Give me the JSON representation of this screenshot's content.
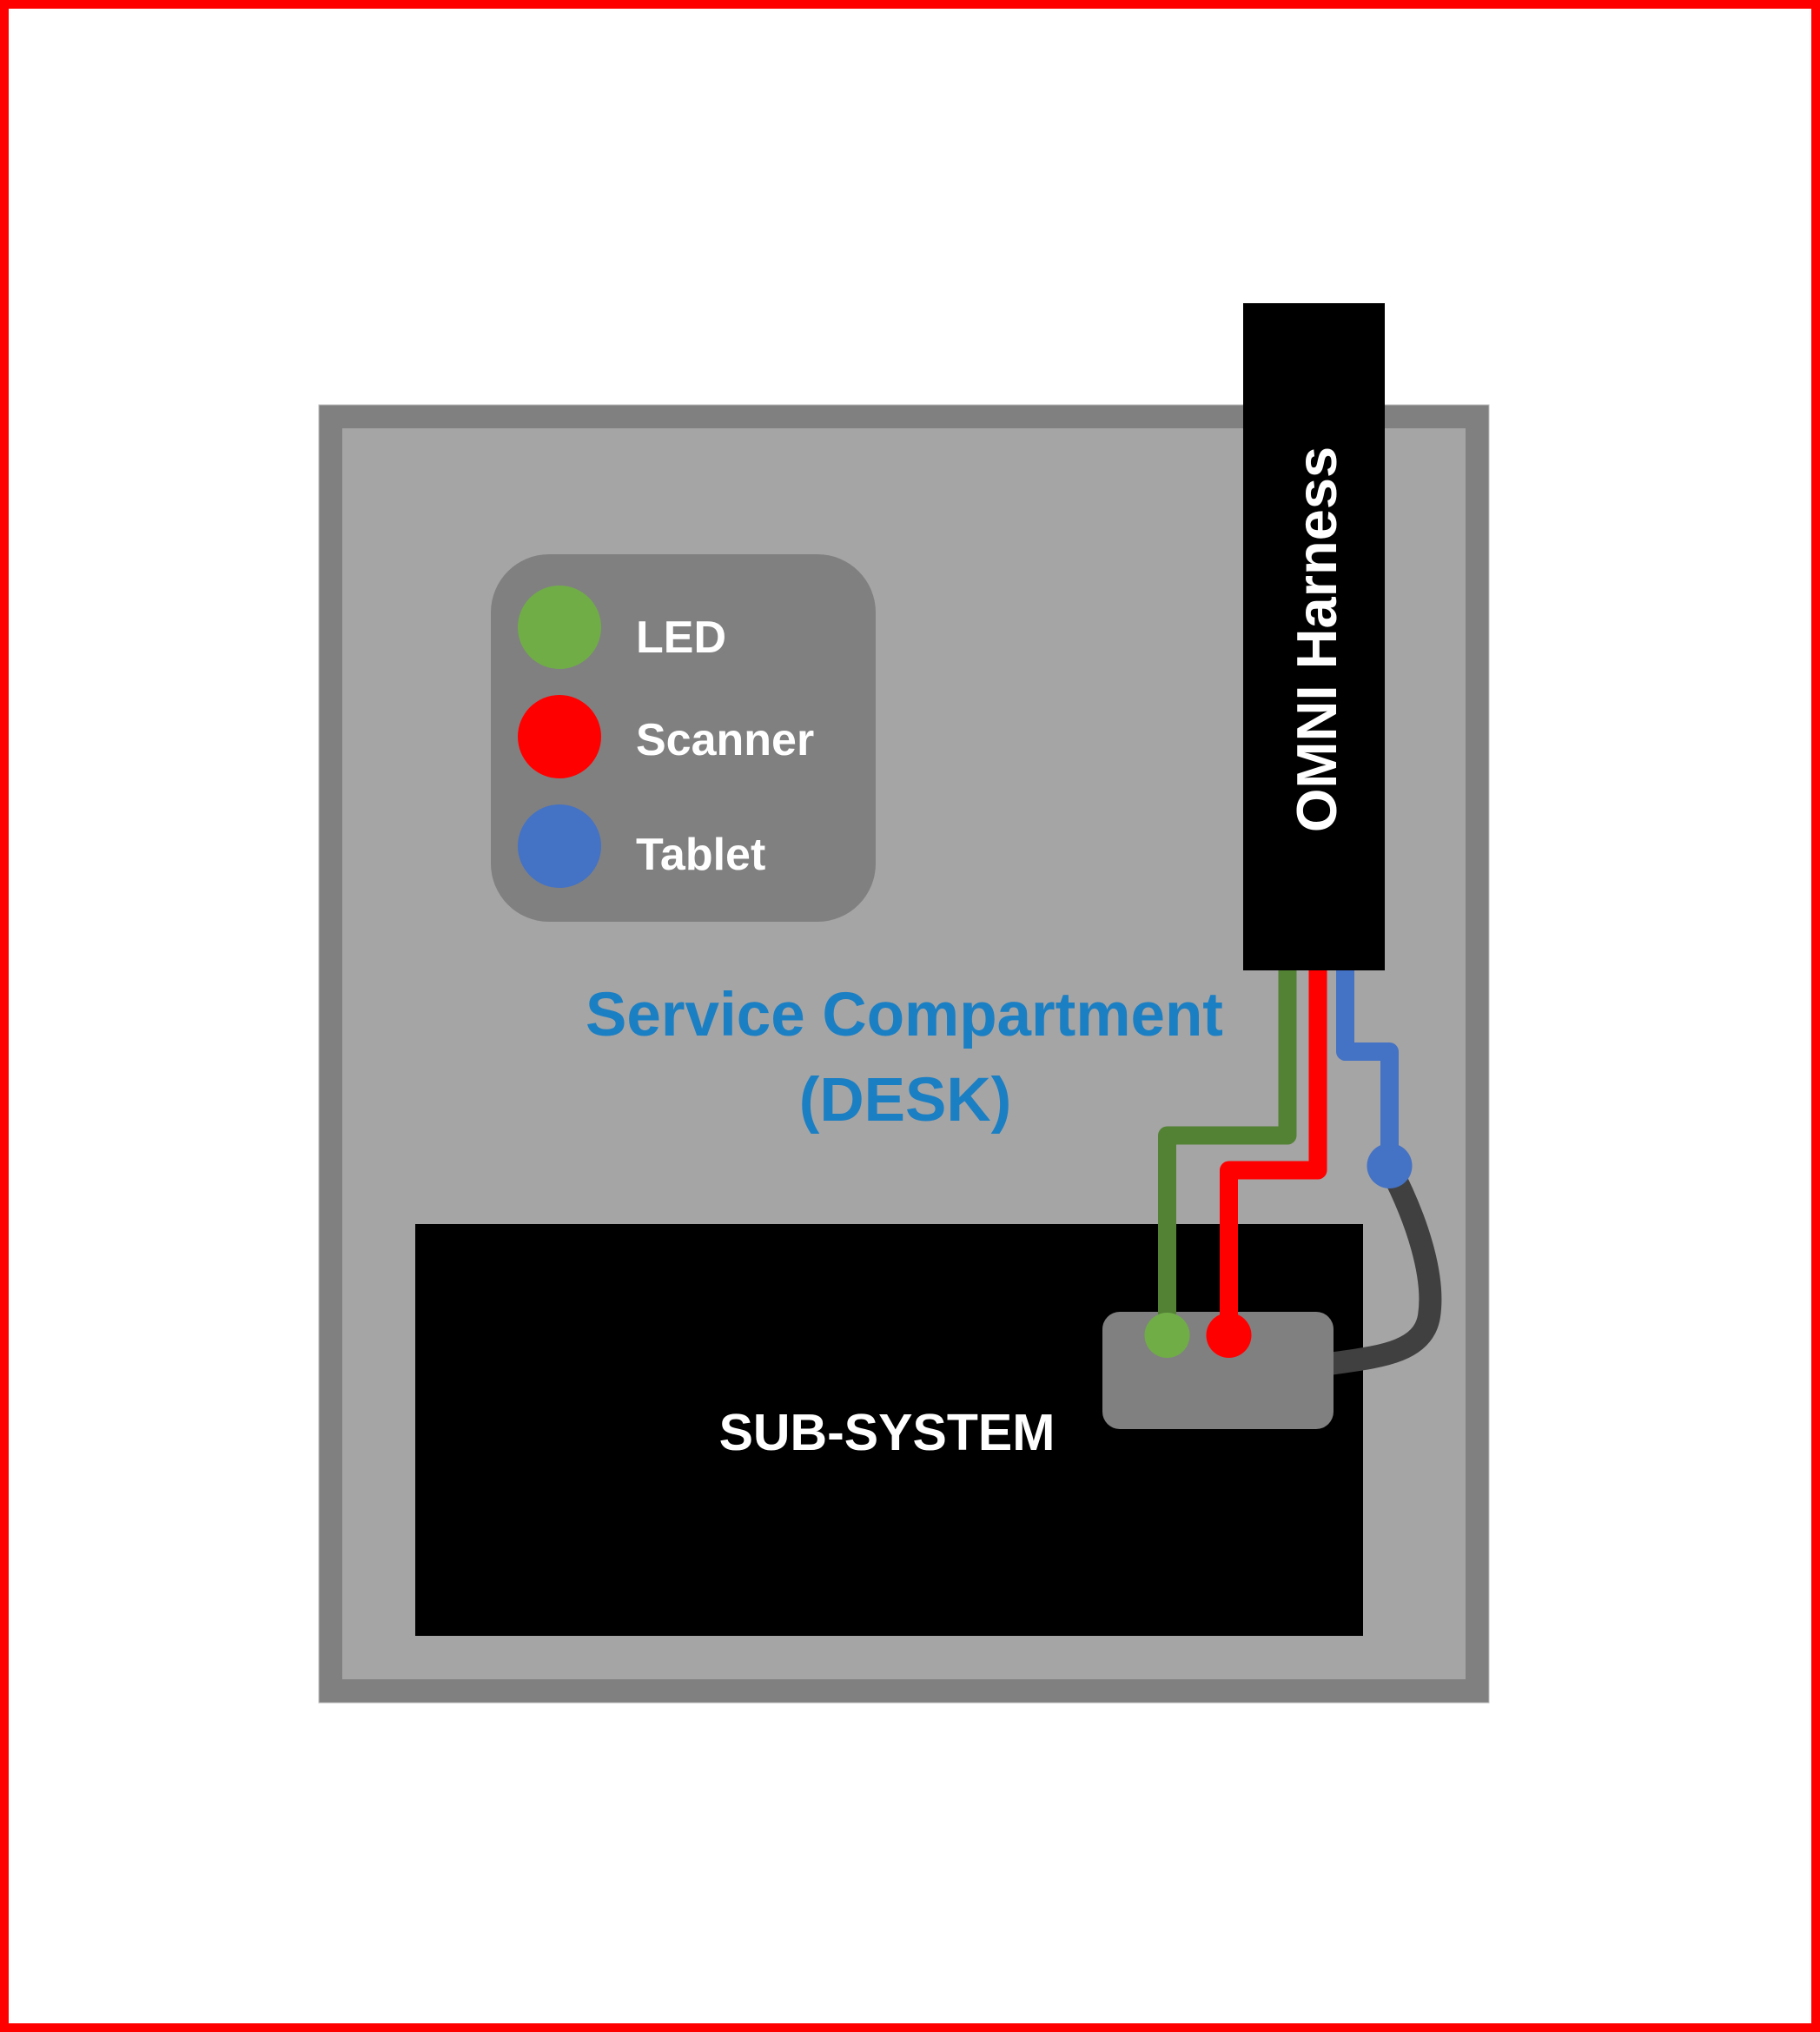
{
  "diagram": {
    "compartment_title": {
      "line1": "Service Compartment",
      "line2": "(DESK)"
    },
    "harness_label": "OMNI Harness",
    "subsystem_label": "SUB-SYSTEM",
    "legend": {
      "items": [
        {
          "label": "LED",
          "color": "#70AD47",
          "wire_color": "#548235"
        },
        {
          "label": "Scanner",
          "color": "#FF0000",
          "wire_color": "#FF0000"
        },
        {
          "label": "Tablet",
          "color": "#4472C4",
          "wire_color": "#4472C4"
        }
      ]
    },
    "colors": {
      "page_border": "#FF0000",
      "compartment_frame": "#808080",
      "compartment_fill": "#A5A5A5",
      "legend_box": "#808080",
      "harness": "#000000",
      "subsystem": "#000000",
      "connector": "#808080",
      "cable": "#404040",
      "title_text": "#1B7FC4"
    },
    "connections": [
      {
        "from": "OMNI Harness",
        "to": "SUB-SYSTEM connector",
        "signal": "LED"
      },
      {
        "from": "OMNI Harness",
        "to": "SUB-SYSTEM connector",
        "signal": "Scanner"
      },
      {
        "from": "OMNI Harness",
        "to": "SUB-SYSTEM connector (via cable)",
        "signal": "Tablet"
      }
    ]
  }
}
